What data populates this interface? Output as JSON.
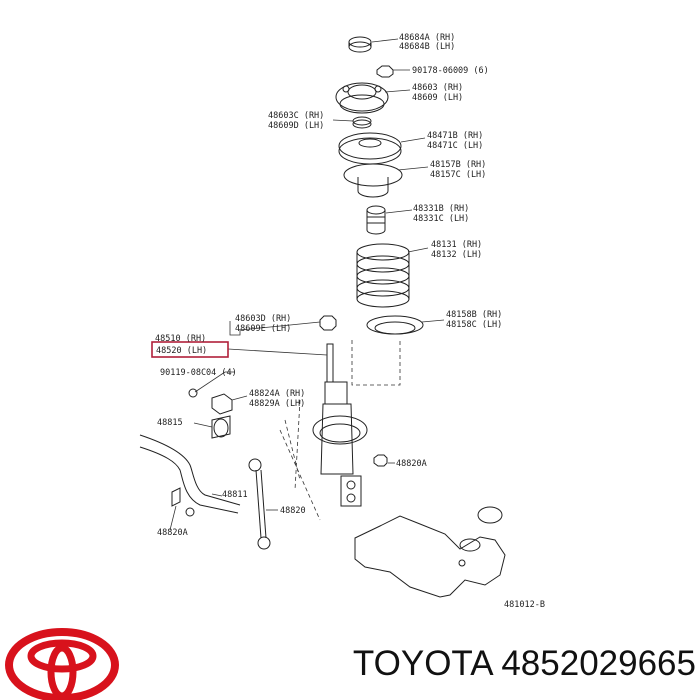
{
  "labels": [
    "48684A (RH)",
    "48684B (LH)",
    "90178-06009 (6)",
    "48603 (RH)",
    "48609 (LH)",
    "48603C (RH)",
    "48609D (LH)",
    "48471B (RH)",
    "48471C (LH)",
    "48157B (RH)",
    "48157C (LH)",
    "48331B (RH)",
    "48331C (LH)",
    "48131 (RH)",
    "48132 (LH)",
    "48158B (RH)",
    "48158C (LH)",
    "48510 (RH)",
    "48520 (LH)",
    "48603D (RH)",
    "48609E (LH)",
    "90119-08C04 (4)",
    "48824A (RH)",
    "48829A (LH)",
    "48815",
    "48820A",
    "48811",
    "48820",
    "48820A",
    "481012-B"
  ],
  "brand": {
    "name": "TOYOTA 4852029665",
    "logo": "toyota-logo"
  },
  "colors": {
    "highlight": "#b0203a",
    "logo": "#d8121c",
    "line": "#222222"
  }
}
